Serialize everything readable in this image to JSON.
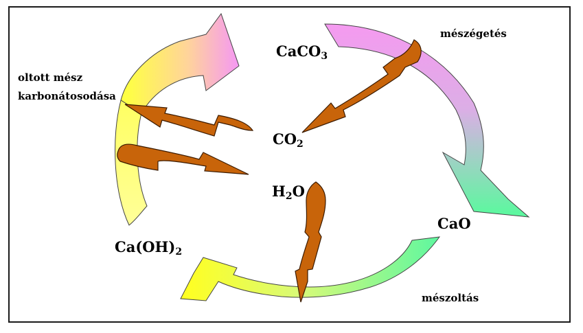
{
  "species": {
    "caco3": {
      "base": "CaCO",
      "sub": "3"
    },
    "co2": {
      "base": "CO",
      "sub": "2"
    },
    "h2o": {
      "base": "H",
      "sub": "2",
      "tail": "O"
    },
    "cao": {
      "base": "CaO"
    },
    "caoh2": {
      "base": "Ca(OH)",
      "sub": "2"
    }
  },
  "processes": {
    "calcination": "mészégetés",
    "slaking": "mészoltás",
    "carbonation_line1": "oltott mész",
    "carbonation_line2": "karbonátosodása"
  },
  "colors": {
    "frame": "#1a1a1a",
    "pink": "#f59af0",
    "violet": "#dcaee6",
    "green": "#5ef7a0",
    "yellow": "#ffff22",
    "small_arrow": "#c8640a",
    "small_arrow_outline": "#3a1a00"
  }
}
